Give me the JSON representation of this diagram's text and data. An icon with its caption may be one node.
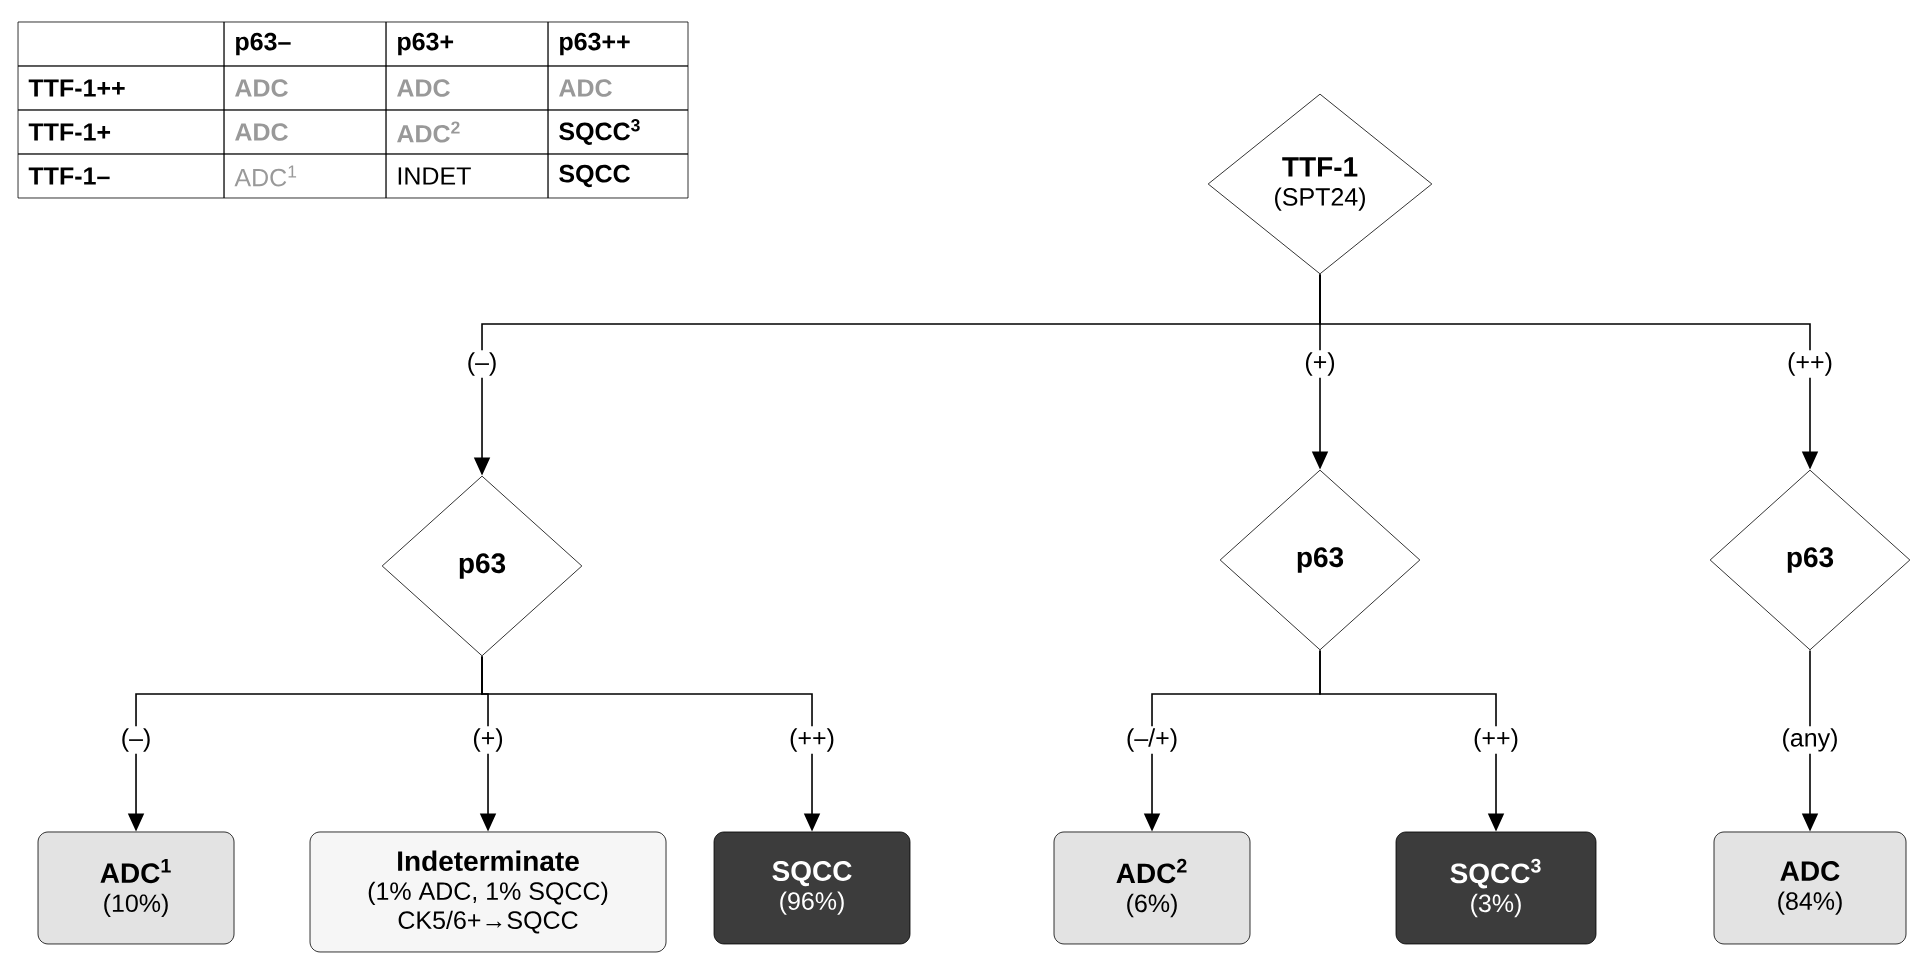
{
  "diagram": {
    "nodes": [
      {
        "text": [
          "TTF-1",
          "(SPT24)"
        ]
      },
      {
        "text": [
          "p63"
        ]
      },
      {
        "text": [
          "p63"
        ]
      },
      {
        "text": [
          "p63"
        ]
      },
      {
        "text": [
          "ADC$^{1}$",
          "(10%)"
        ]
      },
      {
        "text": [
          "Indeterminate",
          "(1% ADC, 1% SQCC)",
          "CK5/6+→SQCC"
        ]
      },
      {
        "text": [
          "SQCC",
          "(96%)"
        ]
      },
      {
        "text": [
          "ADC$^{2}$",
          "(6%)"
        ]
      },
      {
        "text": [
          "SQCC$^{3}$",
          "(3%)"
        ]
      },
      {
        "text": [
          "ADC",
          "(84%)"
        ]
      }
    ],
    "edges": [
      {
        "from": 0,
        "to": 1,
        "arrow": "to",
        "label": "(–)"
      },
      {
        "from": 0,
        "to": 2,
        "arrow": "to",
        "label": "(+)"
      },
      {
        "from": 0,
        "to": 3,
        "arrow": "to",
        "label": "(++)"
      },
      {
        "from": 1,
        "to": 4,
        "arrow": "to",
        "label": "(–)"
      },
      {
        "from": 1,
        "to": 5,
        "arrow": "to",
        "label": "(+)"
      },
      {
        "from": 1,
        "to": 6,
        "arrow": "to",
        "label": "(++)"
      },
      {
        "from": 2,
        "to": 7,
        "arrow": "to",
        "label": "(–/+)"
      },
      {
        "from": 2,
        "to": 8,
        "arrow": "to",
        "label": "(++)"
      },
      {
        "from": 3,
        "to": 9,
        "arrow": "to",
        "label": "(any)"
      }
    ],
    "labels": [
      "p63–",
      "p63+",
      "p63++",
      "TTF-1++",
      "ADC",
      "ADC",
      "ADC",
      "TTF-1+",
      "ADC",
      "ADC$^{2}$",
      "SQCC$^{3}$",
      "TTF-1–",
      "ADC$^{1}$",
      "INDET",
      "SQCC"
    ]
  }
}
